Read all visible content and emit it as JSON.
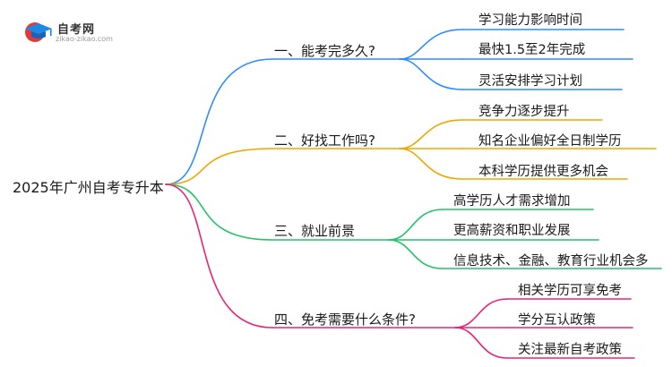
{
  "logo": {
    "title": "自考网",
    "url": "zikao-zikao.com"
  },
  "root": "2025年广州自考专升本",
  "branches": [
    {
      "label": "一、能考完多久?",
      "color": "#2f8cff",
      "leaves": [
        "学习能力影响时间",
        "最快1.5至2年完成",
        "灵活安排学习计划"
      ]
    },
    {
      "label": "二、好找工作吗?",
      "color": "#f0a500",
      "leaves": [
        "竞争力逐步提升",
        "知名企业偏好全日制学历",
        "本科学历提供更多机会"
      ]
    },
    {
      "label": "三、就业前景",
      "color": "#22c36a",
      "leaves": [
        "高学历人才需求增加",
        "更高薪资和职业发展",
        "信息技术、金融、教育行业机会多"
      ]
    },
    {
      "label": "四、免考需要什么条件?",
      "color": "#e8237a",
      "leaves": [
        "相关学历可享免考",
        "学分互认政策",
        "关注最新自考政策"
      ]
    }
  ]
}
